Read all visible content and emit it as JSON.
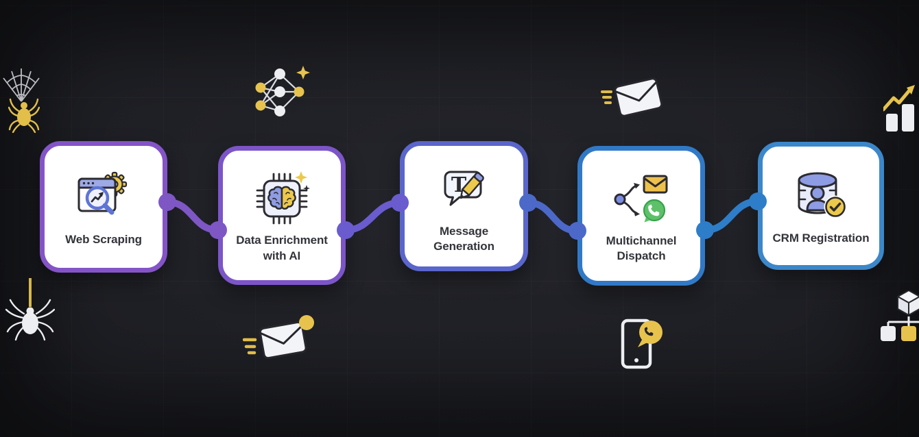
{
  "diagram": {
    "steps": [
      {
        "label": "Web Scraping",
        "icon": "web-scraping-icon",
        "border_color": "#8454c7"
      },
      {
        "label": "Data Enrichment with AI",
        "icon": "ai-chip-icon",
        "border_color": "#7c55c8"
      },
      {
        "label": "Message Generation",
        "icon": "message-pencil-icon",
        "border_color": "#5a66cb"
      },
      {
        "label": "Multichannel Dispatch",
        "icon": "dispatch-split-icon",
        "border_color": "#3179c7"
      },
      {
        "label": "CRM Registration",
        "icon": "crm-database-icon",
        "border_color": "#3c87ca"
      }
    ],
    "connectors": [
      {
        "from": "Web Scraping",
        "to": "Data Enrichment with AI",
        "color": "#7e57c5"
      },
      {
        "from": "Data Enrichment with AI",
        "to": "Message Generation",
        "color": "#6a5cce"
      },
      {
        "from": "Message Generation",
        "to": "Multichannel Dispatch",
        "color": "#4c69c9"
      },
      {
        "from": "Multichannel Dispatch",
        "to": "CRM Registration",
        "color": "#2e7dc8"
      }
    ],
    "background_icons": [
      "spider-web-icon",
      "spider-icon",
      "neural-network-icon",
      "flying-envelope-icon",
      "growth-chart-icon",
      "hanging-spider-icon",
      "notification-envelope-icon",
      "phone-whatsapp-icon",
      "hierarchy-cube-icon"
    ]
  },
  "colors": {
    "background": "#1f2026",
    "card_background": "#ffffff",
    "label_text": "#33343a",
    "accent_yellow": "#e7c34e",
    "accent_periwinkle": "#8e9ce4",
    "accent_green": "#5ec16a",
    "icon_outline": "#2b2b31"
  }
}
